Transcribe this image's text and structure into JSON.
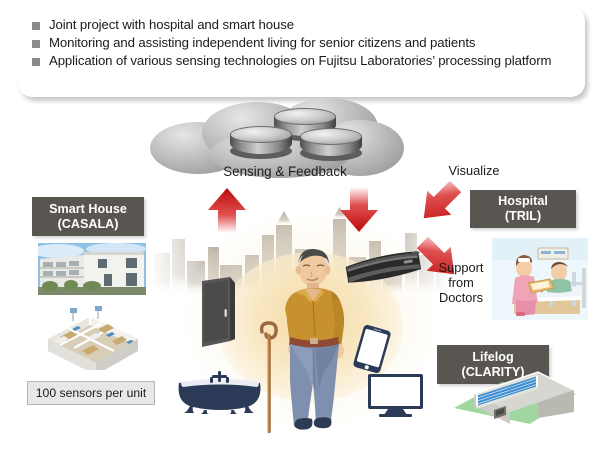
{
  "header": {
    "bullets": [
      "Joint project with hospital and smart house",
      "Monitoring and assisting independent living for senior citizens and patients",
      "Application of various sensing technologies on Fujitsu Laboratories’ processing platform"
    ]
  },
  "cloud": {
    "label": "Sensing & Feedback",
    "database_count": 3
  },
  "smart_house": {
    "plate_line1": "Smart House",
    "plate_line2": "(CASALA)",
    "sensor_note": "100 sensors per unit"
  },
  "hospital": {
    "plate_line1": "Hospital",
    "plate_line2": "(TRIL)",
    "visualize_caption": "Visualize",
    "support_caption": "Support\nfrom\nDoctors",
    "support_line1": "Support",
    "support_line2": "from",
    "support_line3": "Doctors"
  },
  "lifelog": {
    "plate_line1": "Lifelog",
    "plate_line2": "(CLARITY)"
  },
  "arrows": [
    {
      "name": "sensing-up-arrow",
      "direction": "up",
      "color": "#c10d0d"
    },
    {
      "name": "feedback-down-arrow",
      "direction": "down",
      "color": "#c10d0d"
    },
    {
      "name": "visualize-arrow",
      "direction": "down-right",
      "color": "#c10d0d"
    },
    {
      "name": "support-arrow",
      "direction": "down-left",
      "color": "#c10d0d"
    }
  ],
  "scene": {
    "person": "elderly-man-with-cane",
    "objects": [
      "door",
      "bathtub",
      "air-conditioner",
      "tablet",
      "television",
      "city-skyline"
    ]
  },
  "colors": {
    "arrow_red": "#c10d0d",
    "plate_gray": "#595651",
    "bullet_gray": "#8a8a8a",
    "glow_amber": "#f6dca5",
    "appliance_navy": "#2b3a57",
    "lifelog_blue": "#3f8fd0",
    "shirt_gold": "#c8912f",
    "pants_blue": "#7e8fb0"
  }
}
